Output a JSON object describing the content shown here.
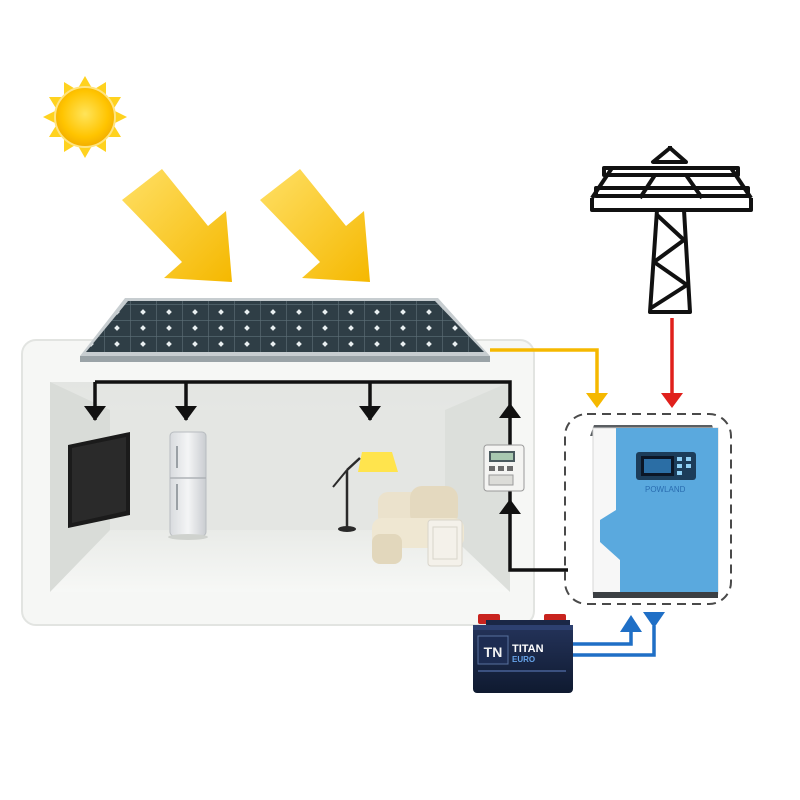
{
  "colors": {
    "sun": "#ffd21f",
    "sun_core": "#ffc200",
    "sun_arrow": "#ffcc00",
    "solar_line": "#f5b800",
    "grid_line": "#e0201c",
    "battery_line": "#1f6fc6",
    "house_line": "#111111",
    "panel": "#2e3d44",
    "inverter_blue": "#5aa9de",
    "inverter_white": "#f7f7f7",
    "battery_body": "#16223b",
    "lamp_shade": "#ffe44d"
  },
  "icons": {
    "sun": "sun-icon",
    "solar_arrows": "arrow-down-right-icon",
    "solar_panel": "solar-panel-icon",
    "power_tower": "power-tower-icon",
    "inverter": "inverter-icon",
    "battery": "battery-icon",
    "tv": "tv-icon",
    "fridge": "fridge-icon",
    "lamp": "floor-lamp-icon",
    "sofa": "sofa-icon",
    "meter": "electric-meter-icon"
  },
  "inverter": {
    "brand": "POWLAND"
  },
  "battery": {
    "logo": "TN",
    "brand": "TITAN",
    "series": "EURO"
  }
}
